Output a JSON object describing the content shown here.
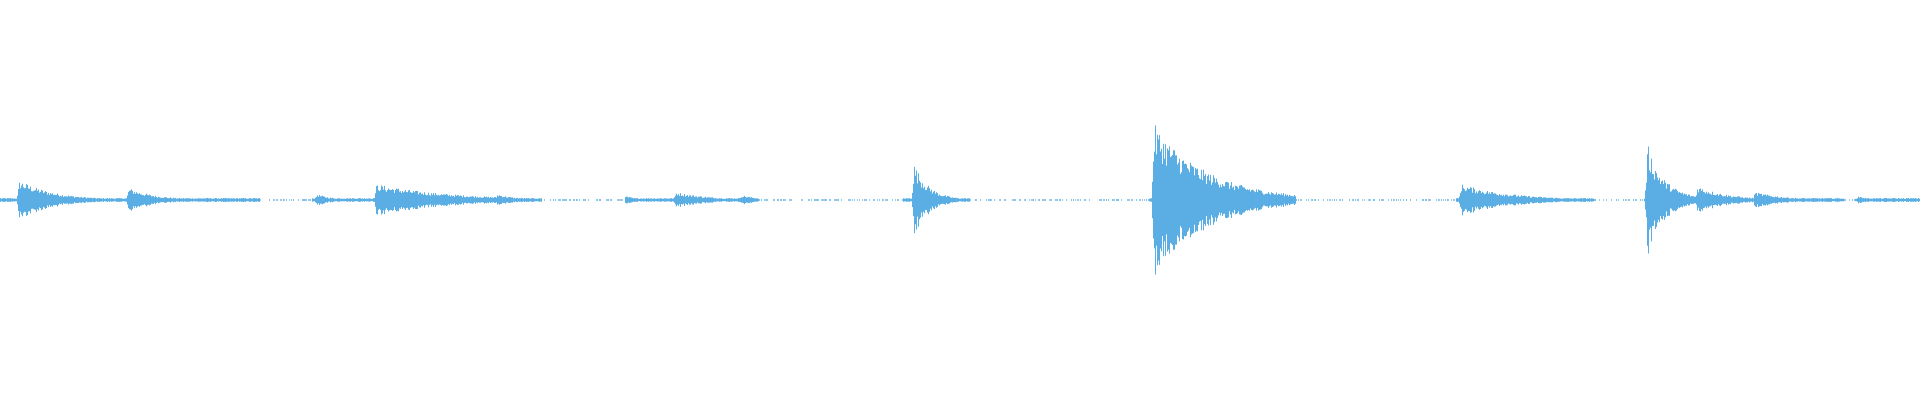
{
  "waveform": {
    "color": "#5aaee3",
    "background": "#ffffff",
    "duration_units": 1000,
    "baseline_amplitude": 0.01,
    "segments_visible_gaps": true,
    "events": [
      {
        "t": 10,
        "amp": 0.1,
        "decay": 18
      },
      {
        "t": 67,
        "amp": 0.06,
        "decay": 14
      },
      {
        "t": 165,
        "amp": 0.03,
        "decay": 8
      },
      {
        "t": 196,
        "amp": 0.08,
        "decay": 38
      },
      {
        "t": 259,
        "amp": 0.03,
        "decay": 10
      },
      {
        "t": 326,
        "amp": 0.02,
        "decay": 6
      },
      {
        "t": 352,
        "amp": 0.04,
        "decay": 18
      },
      {
        "t": 386,
        "amp": 0.025,
        "decay": 10
      },
      {
        "t": 476,
        "amp": 0.18,
        "decay": 8
      },
      {
        "t": 601,
        "amp": 0.38,
        "decay": 28
      },
      {
        "t": 609,
        "amp": 0.3,
        "decay": 18
      },
      {
        "t": 761,
        "amp": 0.08,
        "decay": 26
      },
      {
        "t": 858,
        "amp": 0.28,
        "decay": 8
      },
      {
        "t": 863,
        "amp": 0.15,
        "decay": 10
      },
      {
        "t": 884,
        "amp": 0.07,
        "decay": 16
      },
      {
        "t": 914,
        "amp": 0.04,
        "decay": 16
      },
      {
        "t": 968,
        "amp": 0.02,
        "decay": 6
      }
    ],
    "quiet_regions": [
      [
        135,
        162
      ],
      [
        282,
        325
      ],
      [
        395,
        470
      ],
      [
        505,
        598
      ],
      [
        675,
        758
      ],
      [
        830,
        856
      ],
      [
        960,
        966
      ]
    ]
  }
}
